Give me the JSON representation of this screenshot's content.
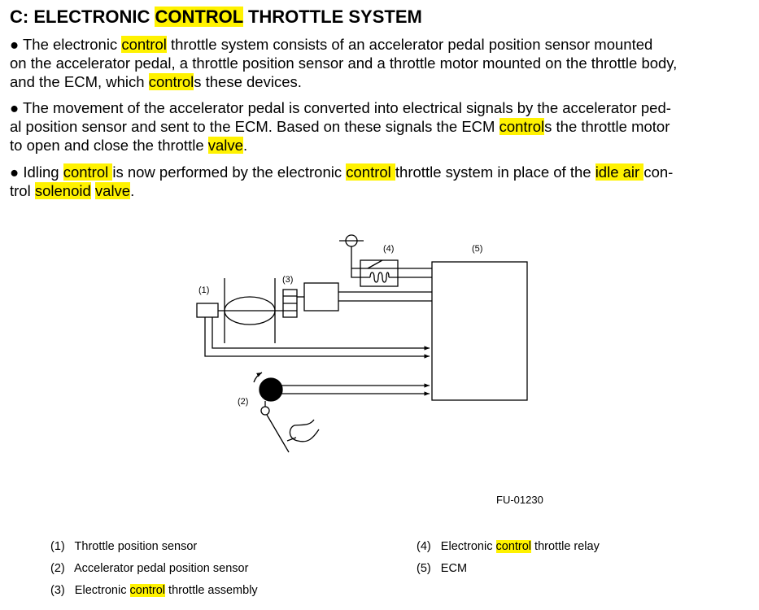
{
  "title": [
    {
      "t": "C: ELECTRONIC ",
      "hl": false
    },
    {
      "t": "CONTROL",
      "hl": true
    },
    {
      "t": " THROTTLE SYSTEM",
      "hl": false
    }
  ],
  "lines": [
    [
      {
        "t": "● The electronic ",
        "hl": false
      },
      {
        "t": "control",
        "hl": true
      },
      {
        "t": " throttle system consists of an accelerator pedal position sensor mounted",
        "hl": false
      }
    ],
    [
      {
        "t": "on the accelerator pedal, a throttle position sensor and a throttle motor mounted on the throttle body,",
        "hl": false
      }
    ],
    [
      {
        "t": "and the ECM, which ",
        "hl": false
      },
      {
        "t": "control",
        "hl": true
      },
      {
        "t": "s these devices.",
        "hl": false
      }
    ],
    [
      {
        "t": "● The movement of the accelerator pedal is converted into electrical signals by the accelerator ped-",
        "hl": false
      }
    ],
    [
      {
        "t": "al position sensor and sent to the ECM. Based on these signals the ECM ",
        "hl": false
      },
      {
        "t": "control",
        "hl": true
      },
      {
        "t": "s the throttle motor",
        "hl": false
      }
    ],
    [
      {
        "t": "to open and close the throttle ",
        "hl": false
      },
      {
        "t": "valve",
        "hl": true
      },
      {
        "t": ".",
        "hl": false
      }
    ],
    [
      {
        "t": "● Idling ",
        "hl": false
      },
      {
        "t": "control ",
        "hl": true
      },
      {
        "t": "is now performed by the electronic ",
        "hl": false
      },
      {
        "t": "control ",
        "hl": true
      },
      {
        "t": "throttle system in place of the ",
        "hl": false
      },
      {
        "t": "idle air ",
        "hl": true
      },
      {
        "t": "con-",
        "hl": false
      }
    ],
    [
      {
        "t": "trol ",
        "hl": false
      },
      {
        "t": "solenoid",
        "hl": true
      },
      {
        "t": " ",
        "hl": false
      },
      {
        "t": "valve",
        "hl": true
      },
      {
        "t": ".",
        "hl": false
      }
    ]
  ],
  "diagram": {
    "labels": [
      "(1)",
      "(2)",
      "(3)",
      "(4)",
      "(5)"
    ],
    "figure_id": "FU-01230"
  },
  "legend": [
    [
      {
        "t": "(1)   Throttle position sensor",
        "hl": false
      }
    ],
    [
      {
        "t": "(2)   Accelerator pedal position sensor",
        "hl": false
      }
    ],
    [
      {
        "t": "(3)   Electronic ",
        "hl": false
      },
      {
        "t": "control",
        "hl": true
      },
      {
        "t": " throttle assembly",
        "hl": false
      }
    ],
    [
      {
        "t": "(4)   Electronic ",
        "hl": false
      },
      {
        "t": "control",
        "hl": true
      },
      {
        "t": " throttle relay",
        "hl": false
      }
    ],
    [
      {
        "t": "(5)   ECM",
        "hl": false
      }
    ]
  ]
}
